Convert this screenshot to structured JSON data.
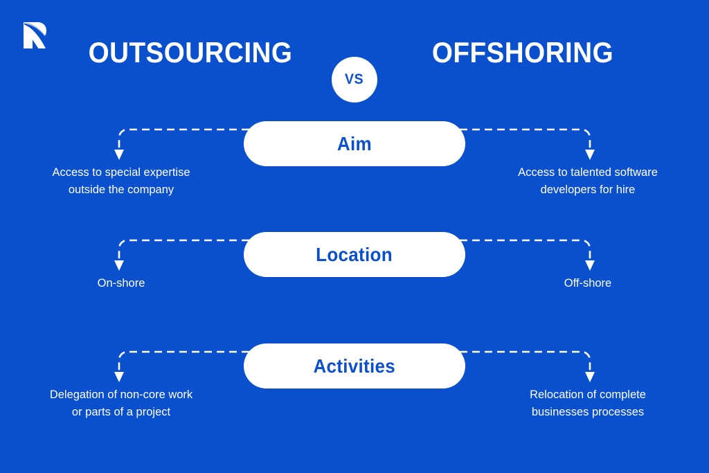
{
  "background_color": "#0A4FCE",
  "accent_color": "#0A4FCE",
  "surface_color": "#FFFFFF",
  "logo": {
    "name": "brand-logo-r",
    "alt": "R"
  },
  "header": {
    "left_title": "OUTSOURCING",
    "versus_label": "VS",
    "right_title": "OFFSHORING"
  },
  "rows": [
    {
      "pill_label": "Aim",
      "left_text": "Access to special expertise\noutside the company",
      "right_text": "Access to talented software\ndevelopers for hire"
    },
    {
      "pill_label": "Location",
      "left_text": "On-shore",
      "right_text": "Off-shore"
    },
    {
      "pill_label": "Activities",
      "left_text": "Delegation of non-core work\nor parts of a project",
      "right_text": "Relocation of complete\nbusinesses processes"
    }
  ]
}
